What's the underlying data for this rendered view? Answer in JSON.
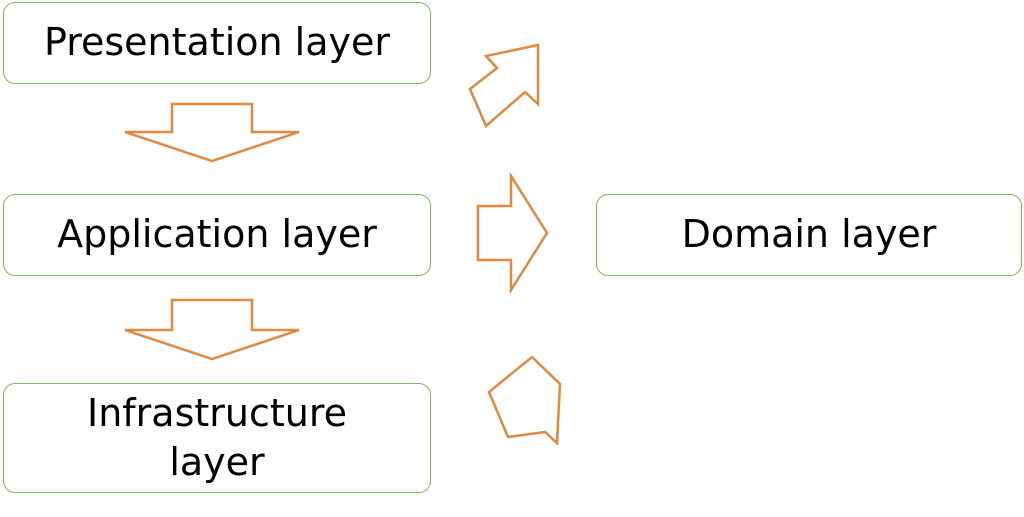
{
  "layers": {
    "presentation": {
      "label": "Presentation layer"
    },
    "application": {
      "label": "Application layer"
    },
    "infrastructure": {
      "label_line1": "Infrastructure",
      "label_line2": "layer"
    },
    "domain": {
      "label": "Domain layer"
    }
  },
  "arrows": [
    {
      "from": "presentation",
      "to": "application"
    },
    {
      "from": "application",
      "to": "infrastructure"
    },
    {
      "from": "presentation",
      "to": "domain"
    },
    {
      "from": "application",
      "to": "domain"
    },
    {
      "from": "infrastructure",
      "to": "domain"
    }
  ],
  "colors": {
    "box_border": "#84b662",
    "arrow_stroke": "#e2883f",
    "background": "#ffffff",
    "text": "#000000"
  }
}
